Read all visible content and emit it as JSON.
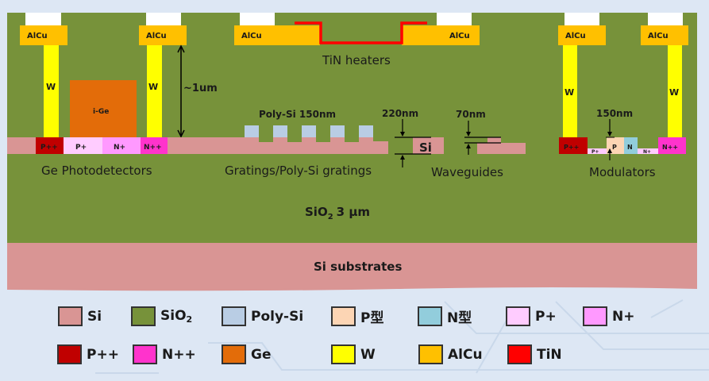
{
  "diagram": {
    "title_hidden": "",
    "colors": {
      "background": "#dde7f4",
      "sio2": "#77923a",
      "si": "#d99594",
      "poly_si": "#b9cde4",
      "p_type": "#fcd5b4",
      "n_type": "#92cddc",
      "p_plus": "#ffccff",
      "n_plus": "#ff99ff",
      "p_plusplus": "#c00000",
      "n_plusplus": "#ff33cc",
      "ge": "#e36c09",
      "w": "#ffff00",
      "alcu": "#ffc000",
      "tin": "#ff0000",
      "pad": "#ffffff"
    },
    "layers": {
      "oxide_label": "SiO",
      "oxide_sub": "2",
      "oxide_thickness": "3 µm",
      "substrate_label": "Si substrates"
    },
    "photodetector": {
      "section_label": "Ge Photodetectors",
      "metal_left": "AlCu",
      "metal_right": "AlCu",
      "via_left": "W",
      "via_right": "W",
      "ge_label": "i-Ge",
      "regions": [
        "P++",
        "P+",
        "N+",
        "N++"
      ],
      "height_annotation": "~1um"
    },
    "heater": {
      "section_label": "TiN heaters",
      "metal_left": "AlCu",
      "metal_right": "AlCu"
    },
    "gratings": {
      "section_label": "Gratings/Poly-Si gratings",
      "poly_label": "Poly-Si 150nm",
      "teeth_count": 5
    },
    "waveguides": {
      "section_label": "Waveguides",
      "strip_thickness": "220nm",
      "strip_label": "Si",
      "rib_etch": "70nm"
    },
    "modulator": {
      "section_label": "Modulators",
      "metal_left": "AlCu",
      "metal_right": "AlCu",
      "via_left": "W",
      "via_right": "W",
      "regions": [
        "P++",
        "P+",
        "P",
        "N",
        "N+",
        "N++"
      ],
      "thickness": "150nm"
    }
  },
  "legend": {
    "items": [
      {
        "label": "Si",
        "sub": "",
        "color": "#d99594"
      },
      {
        "label": "SiO",
        "sub": "2",
        "color": "#77923a"
      },
      {
        "label": "Poly-Si",
        "sub": "",
        "color": "#b9cde4"
      },
      {
        "label": "P型",
        "sub": "",
        "color": "#fcd5b4"
      },
      {
        "label": "N型",
        "sub": "",
        "color": "#92cddc"
      },
      {
        "label": "P+",
        "sub": "",
        "color": "#ffccff"
      },
      {
        "label": "N+",
        "sub": "",
        "color": "#ff99ff"
      },
      {
        "label": "P++",
        "sub": "",
        "color": "#c00000"
      },
      {
        "label": "N++",
        "sub": "",
        "color": "#ff33cc"
      },
      {
        "label": "Ge",
        "sub": "",
        "color": "#e36c09"
      },
      {
        "label": "W",
        "sub": "",
        "color": "#ffff00"
      },
      {
        "label": "AlCu",
        "sub": "",
        "color": "#ffc000"
      },
      {
        "label": "TiN",
        "sub": "",
        "color": "#ff0000"
      }
    ]
  }
}
